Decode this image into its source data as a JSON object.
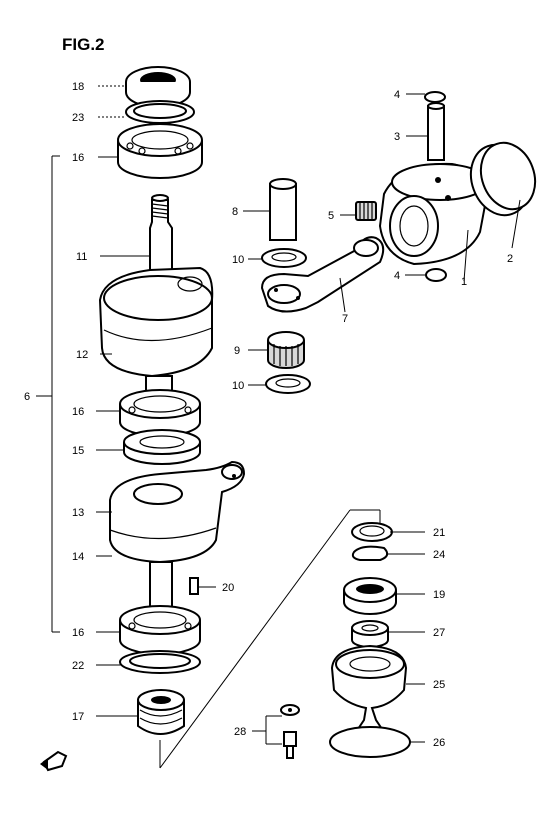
{
  "figure": {
    "title": "FIG.2"
  },
  "callouts": {
    "c18": "18",
    "c23": "23",
    "c16a": "16",
    "c11": "11",
    "c12": "12",
    "c6": "6",
    "c16b": "16",
    "c15": "15",
    "c13": "13",
    "c14": "14",
    "c20": "20",
    "c16c": "16",
    "c22": "22",
    "c17": "17",
    "c4a": "4",
    "c3": "3",
    "c8": "8",
    "c5": "5",
    "c1": "1",
    "c2": "2",
    "c10a": "10",
    "c4b": "4",
    "c7": "7",
    "c9": "9",
    "c10b": "10",
    "c21": "21",
    "c24": "24",
    "c19": "19",
    "c27": "27",
    "c25": "25",
    "c28": "28",
    "c26": "26"
  },
  "icons": {
    "front_arrow": "front-arrow-icon"
  }
}
